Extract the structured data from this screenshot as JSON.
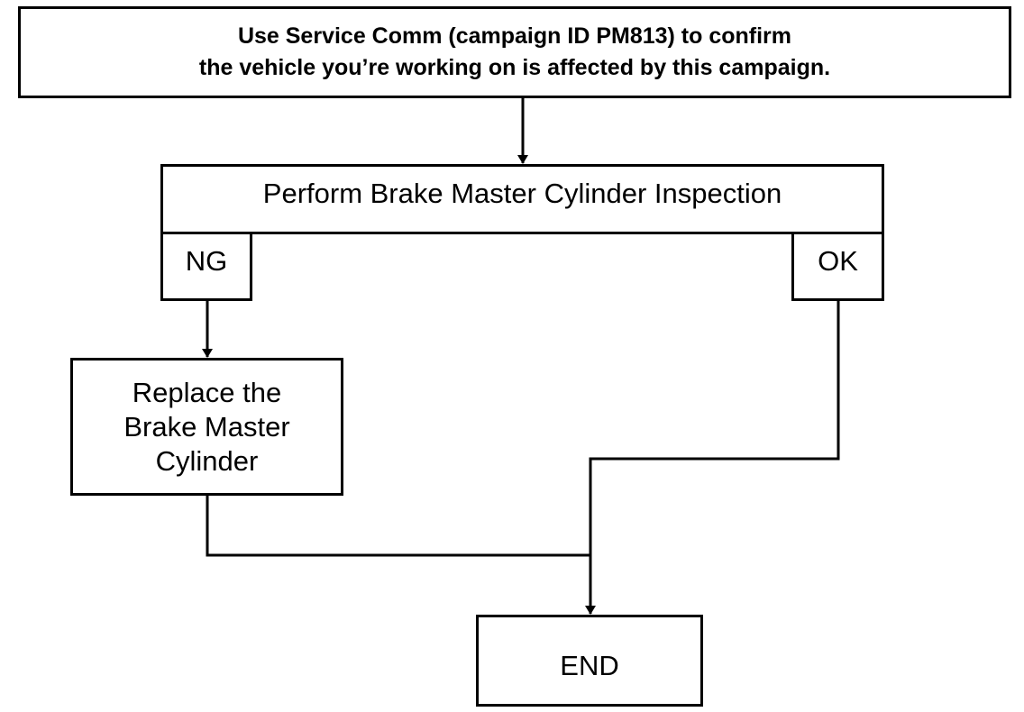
{
  "flowchart": {
    "start": {
      "text": "Use Service Comm (campaign ID PM813) to confirm\nthe vehicle you’re working on is affected by this campaign."
    },
    "inspect": {
      "text": "Perform Brake Master Cylinder Inspection"
    },
    "branch_ng": {
      "text": "NG"
    },
    "branch_ok": {
      "text": "OK"
    },
    "replace": {
      "text": "Replace the\nBrake Master\nCylinder"
    },
    "end": {
      "text": "END"
    },
    "colors": {
      "stroke": "#000000",
      "fill": "#ffffff",
      "background": "#ffffff"
    }
  }
}
